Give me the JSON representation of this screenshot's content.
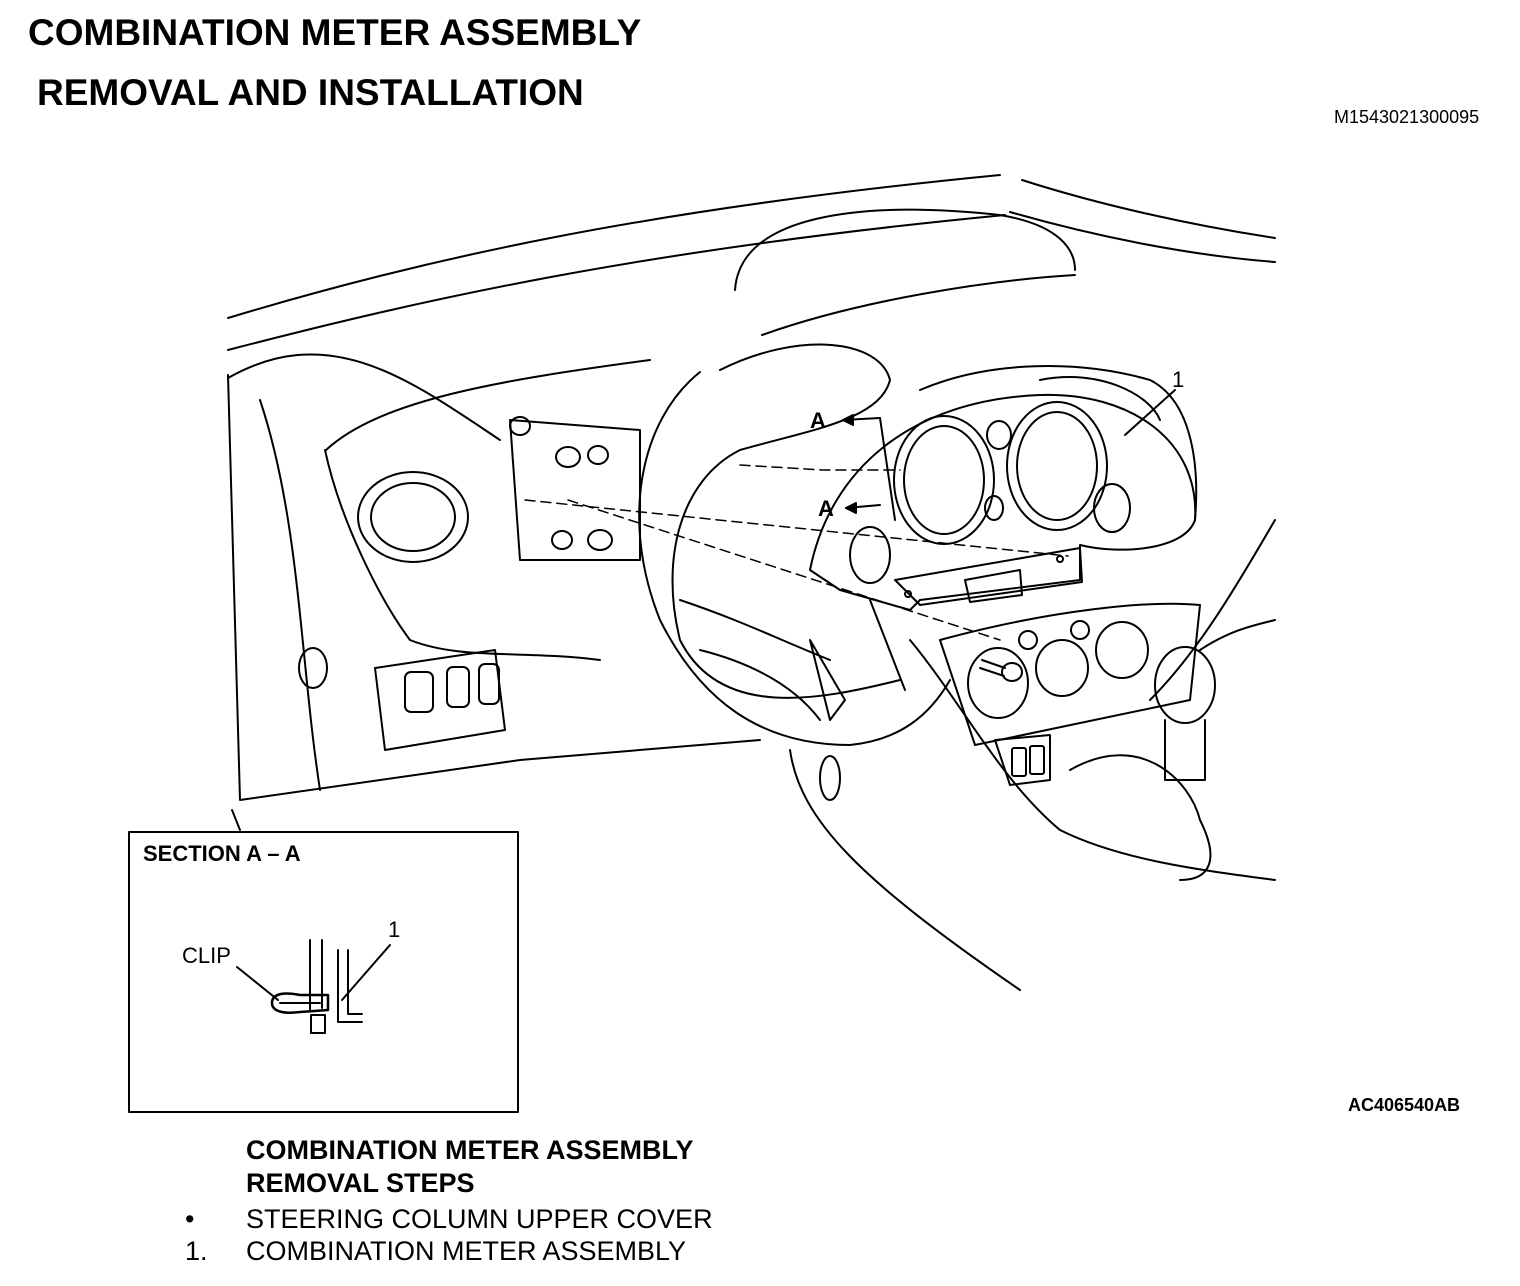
{
  "header": {
    "title": "COMBINATION METER ASSEMBLY",
    "subtitle": "REMOVAL AND INSTALLATION",
    "doc_id": "M1543021300095"
  },
  "illustration": {
    "figure_id": "AC406540AB",
    "callout_part": "1",
    "section_marker_1": "A",
    "section_marker_2": "A",
    "inset": {
      "title": "SECTION A – A",
      "clip_label": "CLIP",
      "part_label": "1"
    }
  },
  "steps": {
    "title_line1": "COMBINATION METER ASSEMBLY",
    "title_line2": "REMOVAL STEPS",
    "items": [
      {
        "marker": "•",
        "label": "STEERING COLUMN UPPER COVER"
      },
      {
        "marker": "1.",
        "label": "COMBINATION METER ASSEMBLY"
      }
    ]
  }
}
